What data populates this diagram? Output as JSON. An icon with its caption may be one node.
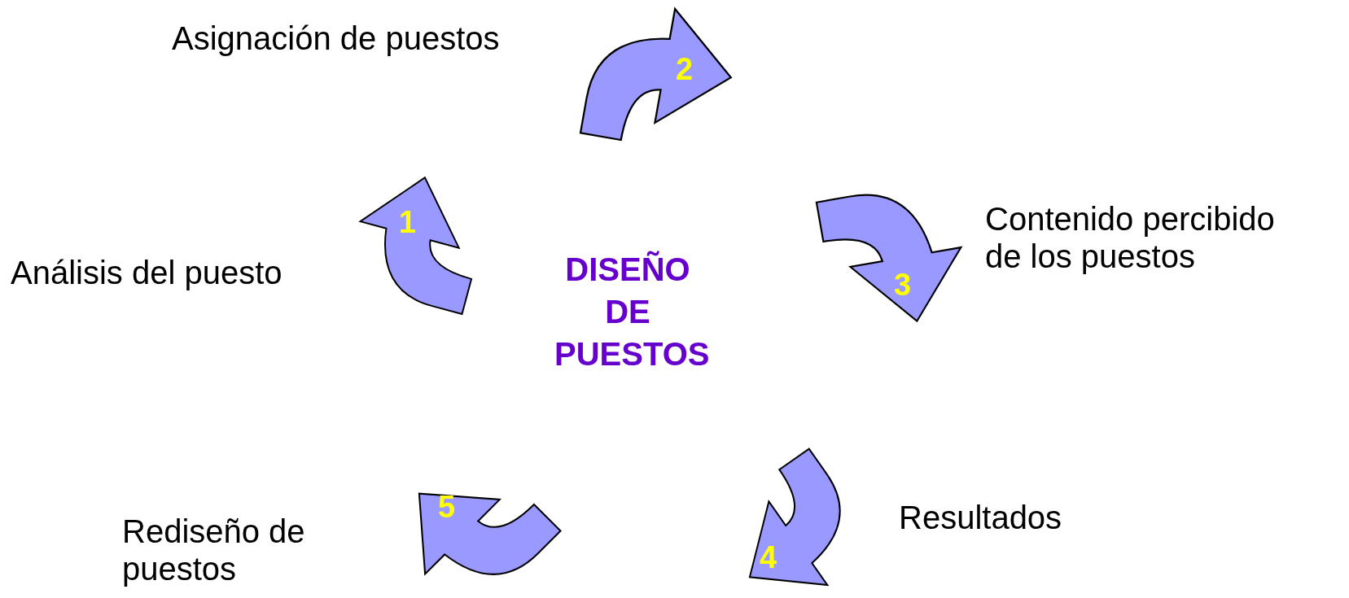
{
  "diagram": {
    "nodes": [
      {
        "text": [
          "1"
        ],
        "beside": [
          "Análisis del puesto"
        ]
      },
      {
        "text": [
          "2"
        ],
        "beside": [
          "Asignación de puestos"
        ]
      },
      {
        "text": [
          "3"
        ],
        "beside": [
          "Contenido percibido de los puestos"
        ]
      },
      {
        "text": [
          "4"
        ],
        "beside": [
          "Resultados"
        ]
      },
      {
        "text": [
          "5"
        ],
        "beside": [
          "Rediseño de puestos"
        ]
      }
    ],
    "labels": [
      "DISEÑO DE PUESTOS"
    ]
  }
}
